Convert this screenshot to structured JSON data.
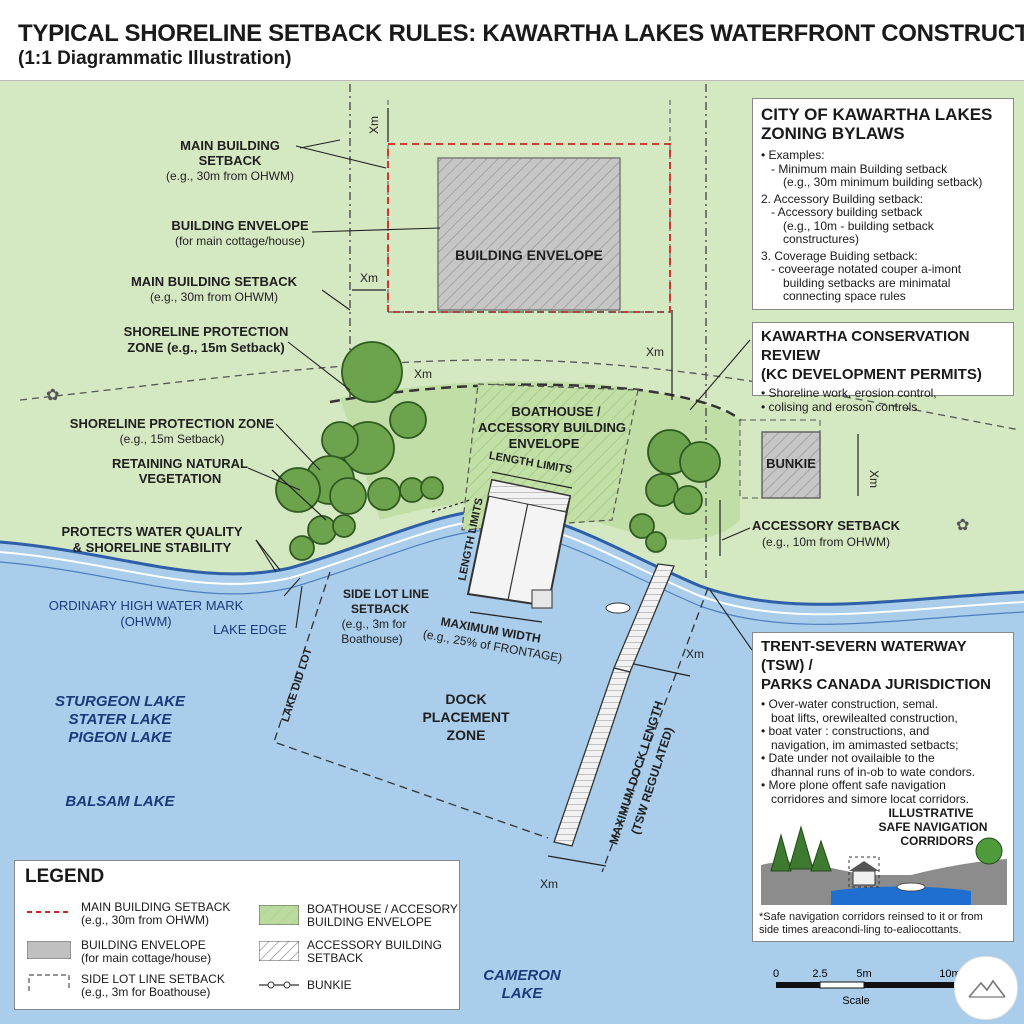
{
  "title": {
    "line1": "TYPICAL SHORELINE SETBACK RULES: KAWARTHA LAKES WATERFRONT CONSTRUCTION",
    "line2": "(1:1 Diagrammatic Illustration)"
  },
  "colors": {
    "land": "#d4e8c2",
    "water": "#a9cdea",
    "shore_zone": "#bedca2",
    "envelope_fill": "#c9c9c9",
    "setback_red": "#d32020",
    "tree_fill": "#6da34d",
    "text_water": "#1c3a7a"
  },
  "labels": {
    "main_setback_1a": "MAIN BUILDING",
    "main_setback_1b": "SETBACK",
    "main_setback_1c": "(e.g., 30m from OHWM)",
    "envelope_a": "BUILDING ENVELOPE",
    "envelope_b": "(for main cottage/house)",
    "main_setback_2a": "MAIN BUILDING SETBACK",
    "main_setback_2b": "(e.g., 30m from OHWM)",
    "spz_1a": "SHORELINE PROTECTION",
    "spz_1b": "ZONE (e.g., 15m Setback)",
    "spz_2a": "SHORELINE PROTECTION ZONE",
    "spz_2b": "(e.g., 15m Setback)",
    "veg_a": "RETAINING NATURAL",
    "veg_b": "VEGETATION",
    "water_quality_a": "PROTECTS WATER QUALITY",
    "water_quality_b": "& SHORELINE STABILITY",
    "ohwm_a": "ORDINARY HIGH WATER MARK",
    "ohwm_b": "(OHWM)",
    "lake_edge": "LAKE EDGE",
    "building_envelope_box": "BUILDING ENVELOPE",
    "boathouse_a": "BOATHOUSE /",
    "boathouse_b": "ACCESSORY BUILDING",
    "boathouse_c": "ENVELOPE",
    "length_limits_top": "LENGTH LIMITS",
    "length_limits_side": "LENGTH LIMITS",
    "side_lot_a": "SIDE LOT LINE",
    "side_lot_b": "SETBACK",
    "side_lot_c": "(e.g., 3m for",
    "side_lot_d": "Boathouse)",
    "max_width_a": "MAXIMUM WIDTH",
    "max_width_b": "(e.g., 25% of FRONTAGE)",
    "lake_lot": "LAKE DID LOT",
    "dock_a": "DOCK",
    "dock_b": "PLACEMENT",
    "dock_c": "ZONE",
    "max_dock_a": "MAXIMUM DOCK LENGTH",
    "max_dock_b": "(TSW REGULATED)",
    "bunkie": "BUNKIE",
    "accessory_a": "ACCESSORY SETBACK",
    "accessory_b": "(e.g., 10m from OHWM)",
    "xm": "Xm",
    "lake_1": "STURGEON LAKE",
    "lake_2": "STATER LAKE",
    "lake_3": "PIGEON LAKE",
    "lake_4": "BALSAM LAKE",
    "lake_5a": "CAMERON",
    "lake_5b": "LAKE"
  },
  "zoning_panel": {
    "title_a": "CITY OF KAWARTHA LAKES",
    "title_b": "ZONING BYLAWS",
    "lines": [
      "• Examples:",
      "- Minimum main Building setback",
      "(e.g., 30m minimum building setback)",
      "2. Accessory Building setback:",
      "- Accessory building setback",
      "(e.g., 10m - building setback",
      "constructures)",
      "3. Coverage Buiding setback:",
      "- coveerage notated couper a-imont",
      "building setbacks are minimatal",
      "connecting space rules"
    ]
  },
  "kc_panel": {
    "title_a": "KAWARTHA CONSERVATION REVIEW",
    "title_b": "(KC DEVELOPMENT PERMITS)",
    "lines": [
      "• Shoreline work, erosion control,",
      "• colising and eroson controls"
    ]
  },
  "tsw_panel": {
    "title_a": "TRENT-SEVERN WATERWAY (TSW) /",
    "title_b": "PARKS CANADA JURISDICTION",
    "lines": [
      "• Over-water construction, semal.",
      "boat lifts, orewilealted construction,",
      "• boat vater : constructions, and",
      "navigation, im amimasted setbacts;",
      "• Date under not ovailaible to the",
      "dhannal runs of in-ob to wate condors.",
      "• More plone offent safe navigation",
      "corridores and simore locat corridors."
    ],
    "illustration_a": "ILLUSTRATIVE",
    "illustration_b": "SAFE NAVIGATION",
    "illustration_c": "CORRIDORS",
    "footnote_a": "*Safe navigation corridors reinsed to it or from",
    "footnote_b": "side times areacondi-ling to-ealiocottants."
  },
  "legend": {
    "title": "LEGEND",
    "items": [
      {
        "a": "MAIN BUILDING SETBACK",
        "b": "(e.g., 30m from OHWM)"
      },
      {
        "a": "BUILDING ENVELOPE",
        "b": "(for main cottage/house)"
      },
      {
        "a": "SIDE LOT LINE SETBACK",
        "b": "(e.g., 3m for Boathouse)"
      },
      {
        "a": "BOATHOUSE / ACCESORY",
        "b": "BUILDING ENVELOPE"
      },
      {
        "a": "ACCESSORY BUILDING",
        "b": "SETBACK"
      },
      {
        "a": "BUNKIE",
        "b": ""
      }
    ]
  },
  "scale": {
    "ticks": [
      "0",
      "2.5",
      "5m",
      "10m"
    ],
    "label": "Scale"
  },
  "icons": {
    "logo": "mountain-logo-icon",
    "compass_left": "flower-marker-icon",
    "compass_right": "flower-marker-icon"
  }
}
